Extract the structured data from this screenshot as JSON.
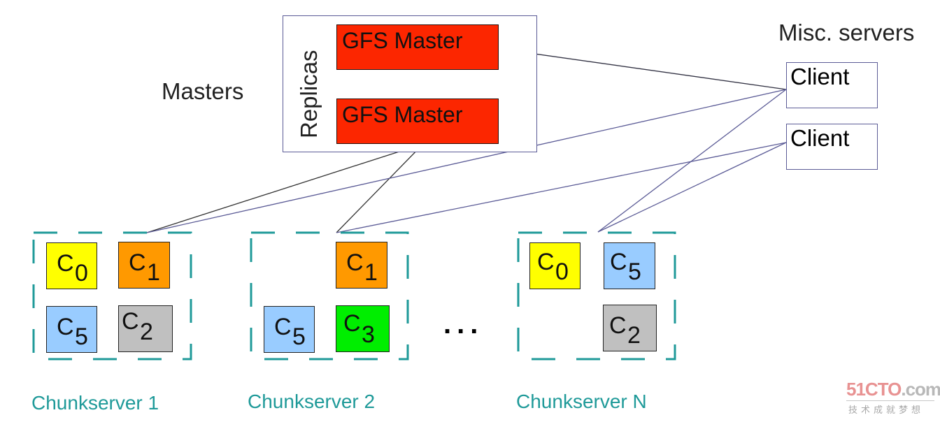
{
  "title_labels": {
    "masters": "Masters",
    "replicas": "Replicas",
    "misc_servers": "Misc. servers"
  },
  "masters": [
    {
      "label": "GFS Master",
      "role": "primary"
    },
    {
      "label": "GFS Master",
      "role": "replica"
    }
  ],
  "clients": [
    {
      "label": "Client"
    },
    {
      "label": "Client"
    }
  ],
  "chunk_colors": {
    "C0": "#ffff00",
    "C1": "#ff9900",
    "C2": "#c0c0c0",
    "C3": "#00ee00",
    "C5": "#99ccff"
  },
  "chunkservers": [
    {
      "label": "Chunkserver 1",
      "chunks": [
        {
          "name": "C",
          "sub": "0",
          "id": "C0"
        },
        {
          "name": "C",
          "sub": "1",
          "id": "C1"
        },
        {
          "name": "C",
          "sub": "5",
          "id": "C5"
        },
        {
          "name": "C",
          "sub": "2",
          "id": "C2"
        }
      ]
    },
    {
      "label": "Chunkserver 2",
      "chunks": [
        {
          "name": "C",
          "sub": "1",
          "id": "C1"
        },
        {
          "name": "C",
          "sub": "5",
          "id": "C5"
        },
        {
          "name": "C",
          "sub": "3",
          "id": "C3"
        }
      ]
    },
    {
      "label": "Chunkserver N",
      "chunks": [
        {
          "name": "C",
          "sub": "0",
          "id": "C0"
        },
        {
          "name": "C",
          "sub": "5",
          "id": "C5"
        },
        {
          "name": "C",
          "sub": "2",
          "id": "C2"
        }
      ]
    }
  ],
  "ellipsis": "...",
  "connections": [
    {
      "from": "master-1",
      "to": "client-1"
    },
    {
      "from": "master-1",
      "to": "master-2"
    },
    {
      "from": "master-2",
      "to": "chunkserver-1"
    },
    {
      "from": "master-2",
      "to": "chunkserver-2"
    },
    {
      "from": "client-1",
      "to": "chunkserver-1"
    },
    {
      "from": "client-1",
      "to": "chunkserver-n"
    },
    {
      "from": "client-2",
      "to": "chunkserver-2"
    },
    {
      "from": "client-2",
      "to": "chunkserver-n"
    }
  ],
  "colors": {
    "master_fill": "#fc2600",
    "line": "#5b5b96",
    "master_line": "#333333",
    "chunkserver_border": "#1f9a99"
  },
  "watermark": {
    "brand": "51CTO",
    "domain": ".com",
    "tagline": "技术成就梦想"
  }
}
